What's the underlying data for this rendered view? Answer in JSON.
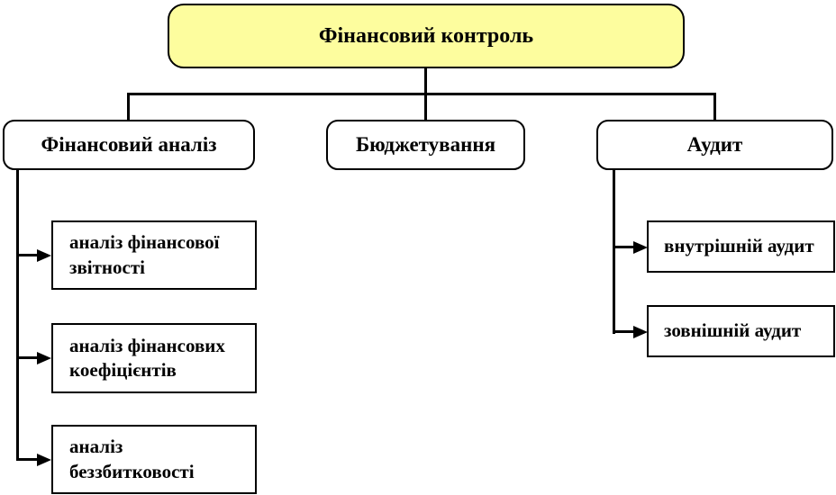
{
  "diagram": {
    "title": "Фінансовий контроль",
    "root": {
      "label": "Фінансовий контроль"
    },
    "level2": [
      {
        "id": "financial-analysis",
        "label": "Фінансовий аналіз"
      },
      {
        "id": "budgeting",
        "label": "Бюджетування"
      },
      {
        "id": "audit",
        "label": "Аудит"
      }
    ],
    "financial_analysis_children": [
      {
        "label": "аналіз фінансової звітності"
      },
      {
        "label": "аналіз фінансових коефіцієнтів"
      },
      {
        "label": "аналіз беззбитковості"
      }
    ],
    "audit_children": [
      {
        "label": "внутрішній аудит"
      },
      {
        "label": "зовнішній аудит"
      }
    ],
    "colors": {
      "root_fill": "#FDFD9E",
      "node_fill": "#FFFFFF",
      "line": "#000000",
      "text": "#000000"
    }
  }
}
